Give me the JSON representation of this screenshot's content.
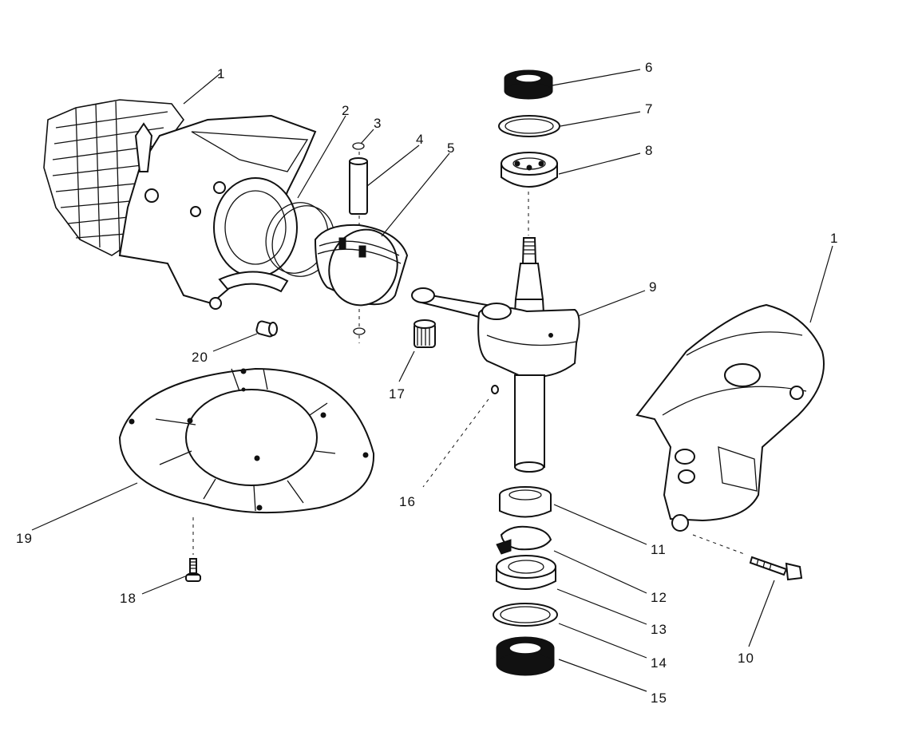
{
  "callouts": [
    {
      "id": "c1a",
      "label": "1"
    },
    {
      "id": "c2",
      "label": "2"
    },
    {
      "id": "c3",
      "label": "3"
    },
    {
      "id": "c4",
      "label": "4"
    },
    {
      "id": "c5",
      "label": "5"
    },
    {
      "id": "c6",
      "label": "6"
    },
    {
      "id": "c7",
      "label": "7"
    },
    {
      "id": "c8",
      "label": "8"
    },
    {
      "id": "c9",
      "label": "9"
    },
    {
      "id": "c1b",
      "label": "1"
    },
    {
      "id": "c10",
      "label": "10"
    },
    {
      "id": "c11",
      "label": "11"
    },
    {
      "id": "c12",
      "label": "12"
    },
    {
      "id": "c13",
      "label": "13"
    },
    {
      "id": "c14",
      "label": "14"
    },
    {
      "id": "c15",
      "label": "15"
    },
    {
      "id": "c16",
      "label": "16"
    },
    {
      "id": "c17",
      "label": "17"
    },
    {
      "id": "c18",
      "label": "18"
    },
    {
      "id": "c19",
      "label": "19"
    },
    {
      "id": "c20",
      "label": "20"
    }
  ]
}
